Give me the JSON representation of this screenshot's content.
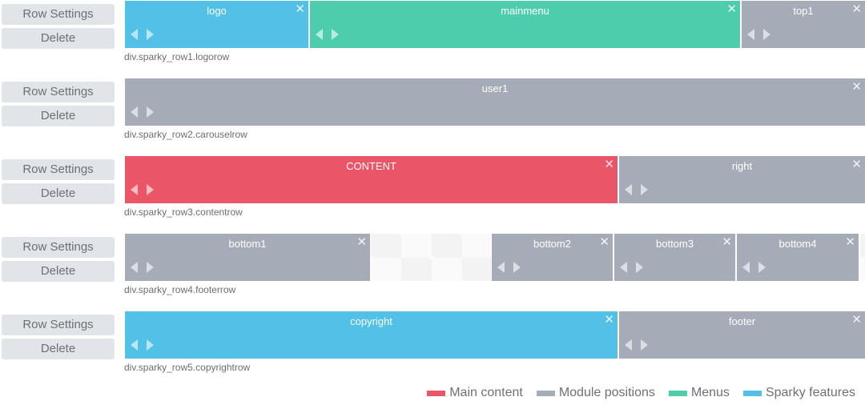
{
  "buttons": {
    "settings": "Row Settings",
    "delete": "Delete"
  },
  "colors": {
    "main": "#ea5567",
    "module": "#a5acb7",
    "menu": "#4ecdac",
    "feature": "#52c0e7"
  },
  "icons": {
    "close": "close-icon",
    "left": "arrow-left-icon",
    "right": "arrow-right-icon"
  },
  "rows": [
    {
      "label": "div.sparky_row1.logorow",
      "modules": [
        {
          "name": "logo"
        },
        {
          "name": "mainmenu"
        },
        {
          "name": "top1"
        }
      ]
    },
    {
      "label": "div.sparky_row2.carouselrow",
      "modules": [
        {
          "name": "user1"
        }
      ]
    },
    {
      "label": "div.sparky_row3.contentrow",
      "modules": [
        {
          "name": "CONTENT"
        },
        {
          "name": "right"
        }
      ]
    },
    {
      "label": "div.sparky_row4.footerrow",
      "modules": [
        {
          "name": "bottom1"
        },
        {
          "name": "bottom2"
        },
        {
          "name": "bottom3"
        },
        {
          "name": "bottom4"
        }
      ]
    },
    {
      "label": "div.sparky_row5.copyrightrow",
      "modules": [
        {
          "name": "copyright"
        },
        {
          "name": "footer"
        }
      ]
    }
  ],
  "legend": [
    {
      "label": "Main content"
    },
    {
      "label": "Module positions"
    },
    {
      "label": "Menus"
    },
    {
      "label": "Sparky features"
    }
  ]
}
